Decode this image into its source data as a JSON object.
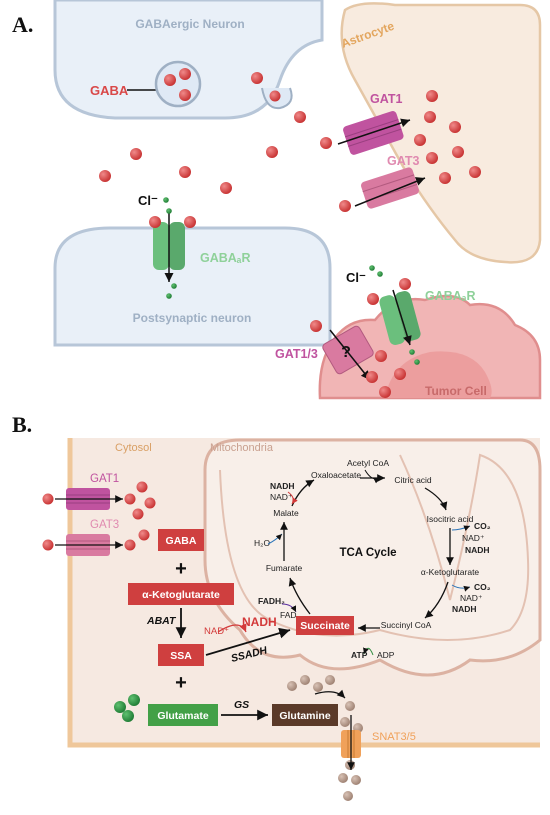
{
  "panelA": {
    "letter": "A.",
    "gabaergic_neuron": "GABAergic Neuron",
    "gaba": "GABA",
    "astrocyte": "Astrocyte",
    "gat1": "GAT1",
    "gat3": "GAT3",
    "cl_top": "Cl⁻",
    "cl_tumor": "Cl⁻",
    "gabaar_post": "GABAₐR",
    "gabaar_tumor": "GABAₐR",
    "postsynaptic": "Postsynaptic neuron",
    "gat13": "GAT1/3",
    "question": "?",
    "tumor_cell": "Tumor Cell"
  },
  "panelB": {
    "letter": "B.",
    "cytosol": "Cytosol",
    "mitochondria": "Mitochondria",
    "gat1": "GAT1",
    "gat3": "GAT3",
    "gaba_box": "GABA",
    "plus1": "+",
    "aketo_box": "α-Ketoglutarate",
    "abat": "ABAT",
    "ssa_box": "SSA",
    "plus2": "+",
    "nad": "NAD⁺",
    "nadh": "NADH",
    "ssadh": "SSADH",
    "succinate_box": "Succinate",
    "glutamate_box": "Glutamate",
    "gs": "GS",
    "glutamine_box": "Glutamine",
    "snat": "SNAT3/5",
    "tca": {
      "acetyl": "Acetyl CoA",
      "citric": "Citric acid",
      "isocitric": "Isocitric acid",
      "co2_1": "CO₂",
      "nad_1": "NAD⁺",
      "nadh_1": "NADH",
      "aketo": "α-Ketoglutarate",
      "co2_2": "CO₂",
      "nad_2": "NAD⁺",
      "nadh_2": "NADH",
      "succinyl": "Succinyl CoA",
      "atp": "ATP",
      "adp": "ADP",
      "fadh2": "FADH₂",
      "fad": "FAD",
      "fumarate": "Fumarate",
      "h2o": "H₂O",
      "malate": "Malate",
      "nadh_3": "NADH",
      "nad_3": "NAD⁺",
      "oxalo": "Oxaloacetate",
      "center": "TCA Cycle"
    }
  },
  "colors": {
    "neuron_fill": "#e9f0f8",
    "neuron_stroke": "#b7c6d8",
    "astro_fill": "#f8ebdf",
    "astro_stroke": "#e5c7a6",
    "gaba_dot": "#d94848",
    "gat1": "#c0539f",
    "gat3": "#d97aa0",
    "gabaar": "#6bbf7d",
    "tumor": "#f1b5b5",
    "box_red": "#cf3f3f",
    "box_green": "#43a047",
    "box_brown": "#5b3a29",
    "cytosol_fill": "#f6e9e1",
    "snat": "#f0a15a"
  }
}
